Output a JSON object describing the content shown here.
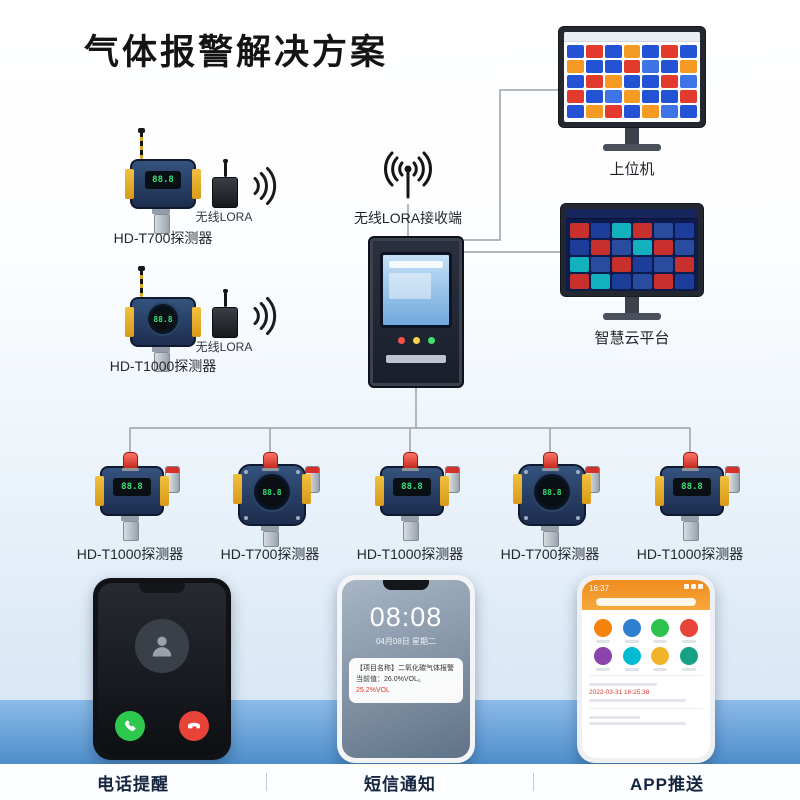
{
  "title": "气体报警解决方案",
  "devices": {
    "display_text": "88.8"
  },
  "top_left": {
    "group1": {
      "device_label": "HD-T700探测器",
      "lora_label": "无线LORA"
    },
    "group2": {
      "device_label": "HD-T1000探测器",
      "lora_label": "无线LORA"
    }
  },
  "center": {
    "receiver_label": "无线LORA接收端"
  },
  "monitors": {
    "host": {
      "label": "上位机",
      "tiles": [
        "#2353d4",
        "#e23b2e",
        "#2353d4",
        "#f59a23",
        "#2353d4",
        "#e23b2e",
        "#2353d4",
        "#f59a23",
        "#2353d4",
        "#2353d4",
        "#e23b2e",
        "#3f74e8",
        "#2353d4",
        "#f59a23",
        "#2353d4",
        "#e23b2e",
        "#f59a23",
        "#2353d4",
        "#2353d4",
        "#e23b2e",
        "#3f74e8",
        "#e23b2e",
        "#2353d4",
        "#3f74e8",
        "#f59a23",
        "#2353d4",
        "#2353d4",
        "#e23b2e",
        "#2353d4",
        "#f59a23",
        "#e23b2e",
        "#2353d4",
        "#f59a23",
        "#3f74e8",
        "#2353d4"
      ]
    },
    "cloud": {
      "label": "智慧云平台",
      "tiles": [
        "#d2322a",
        "#1f3f9e",
        "#14b8c4",
        "#d2322a",
        "#2c4fa3",
        "#1f3f9e",
        "#1f3f9e",
        "#d2322a",
        "#2c4fa3",
        "#14b8c4",
        "#d2322a",
        "#2c4fa3",
        "#14b8c4",
        "#2c4fa3",
        "#d2322a",
        "#1f3f9e",
        "#2c4fa3",
        "#d2322a",
        "#d2322a",
        "#14b8c4",
        "#1f3f9e",
        "#2c4fa3",
        "#d2322a",
        "#1f3f9e"
      ]
    }
  },
  "bottom_detectors": [
    {
      "label": "HD-T1000探测器"
    },
    {
      "label": "HD-T700探测器"
    },
    {
      "label": "HD-T1000探测器"
    },
    {
      "label": "HD-T700探测器"
    },
    {
      "label": "HD-T1000探测器"
    }
  ],
  "phones": {
    "sms": {
      "time": "08:08",
      "date": "04月08日 星期二",
      "msg_line1": "【项目名称】二氧化碳气体报警",
      "msg_line2": "当前值：26.0%VOL。",
      "msg_line3": "25.2%VOL"
    },
    "app": {
      "header_time": "16:37",
      "icons": [
        "#f5820d",
        "#2f7fd1",
        "#2ec24e",
        "#e84338",
        "#8e44ad",
        "#00bcd4",
        "#f0b429",
        "#16a085"
      ],
      "record_time": "2022-03-31 16:25:38"
    }
  },
  "footer": {
    "items": [
      {
        "label": "电话提醒"
      },
      {
        "label": "短信通知"
      },
      {
        "label": "APP推送"
      }
    ]
  }
}
